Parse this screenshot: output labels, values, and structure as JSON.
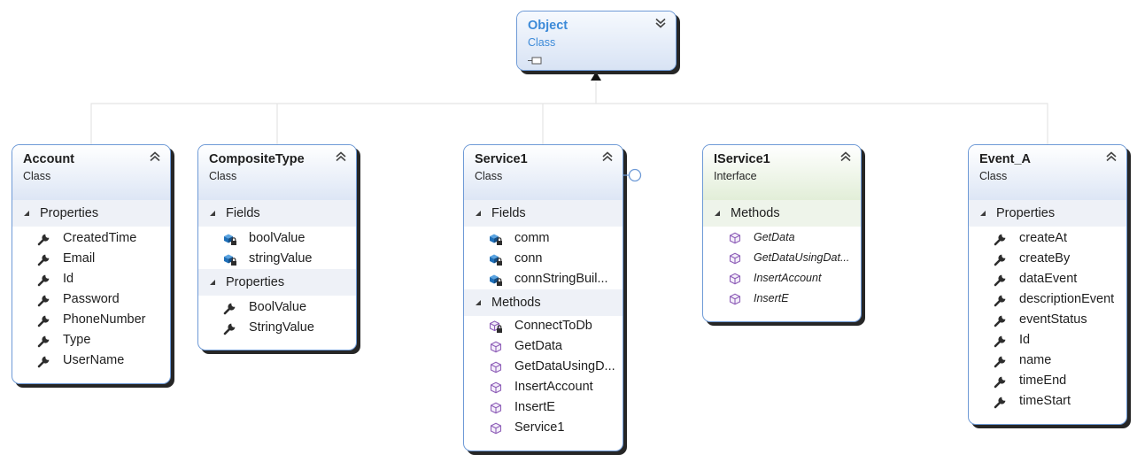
{
  "object": {
    "name": "Object",
    "kind": "Class"
  },
  "account": {
    "name": "Account",
    "kind": "Class",
    "compartment": "Properties",
    "items": [
      "CreatedTime",
      "Email",
      "Id",
      "Password",
      "PhoneNumber",
      "Type",
      "UserName"
    ]
  },
  "composite": {
    "name": "CompositeType",
    "kind": "Class",
    "fields_label": "Fields",
    "fields": [
      "boolValue",
      "stringValue"
    ],
    "props_label": "Properties",
    "props": [
      "BoolValue",
      "StringValue"
    ]
  },
  "service": {
    "name": "Service1",
    "kind": "Class",
    "fields_label": "Fields",
    "fields": [
      "comm",
      "conn",
      "connStringBuil..."
    ],
    "methods_label": "Methods",
    "methods": [
      "ConnectToDb",
      "GetData",
      "GetDataUsingD...",
      "InsertAccount",
      "InsertE",
      "Service1"
    ]
  },
  "iservice": {
    "name": "IService1",
    "kind": "Interface",
    "methods_label": "Methods",
    "methods": [
      "GetData",
      "GetDataUsingDat...",
      "InsertAccount",
      "InsertE"
    ]
  },
  "event": {
    "name": "Event_A",
    "kind": "Class",
    "compartment": "Properties",
    "items": [
      "createAt",
      "createBy",
      "dataEvent",
      "descriptionEvent",
      "eventStatus",
      "Id",
      "name",
      "timeEnd",
      "timeStart"
    ]
  },
  "colors": {
    "border": "#6e9ad6",
    "object_text": "#3c8ad8",
    "connector": "#e4e4e4",
    "field_icon": "#1e6fb8",
    "method_icon": "#8f5fb8"
  }
}
